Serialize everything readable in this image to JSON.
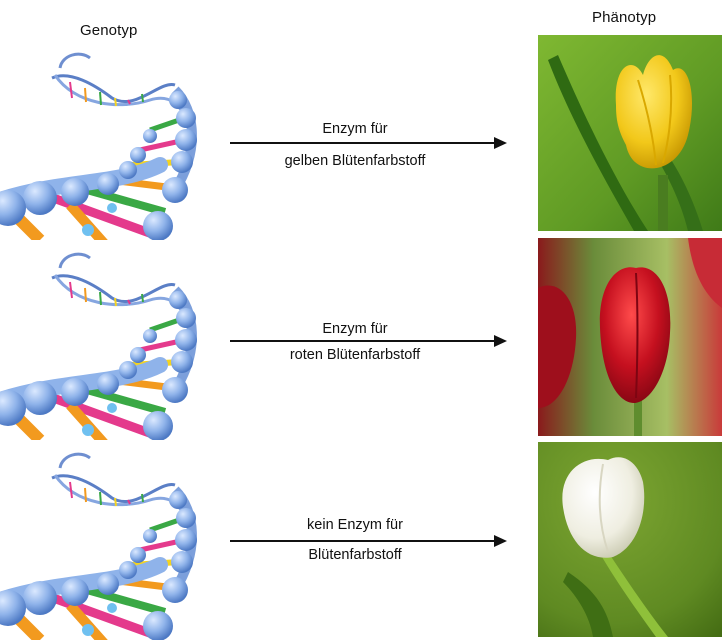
{
  "titles": {
    "genotype": "Genotyp",
    "phenotype": "Phänotyp"
  },
  "rows": [
    {
      "label_line1": "Enzym für",
      "label_line2": "gelben Blütenfarbstoff",
      "flower_color": "yellow",
      "flower_hex": "#f2c81a"
    },
    {
      "label_line1": "Enzym für",
      "label_line2": "roten Blütenfarbstoff",
      "flower_color": "red",
      "flower_hex": "#b5101e"
    },
    {
      "label_line1": "kein Enzym für",
      "label_line2": "Blütenfarbstoff",
      "flower_color": "white",
      "flower_hex": "#f4f1e6"
    }
  ],
  "icons": [
    "dna-helix-icon",
    "arrow-right-icon",
    "tulip-photo"
  ]
}
